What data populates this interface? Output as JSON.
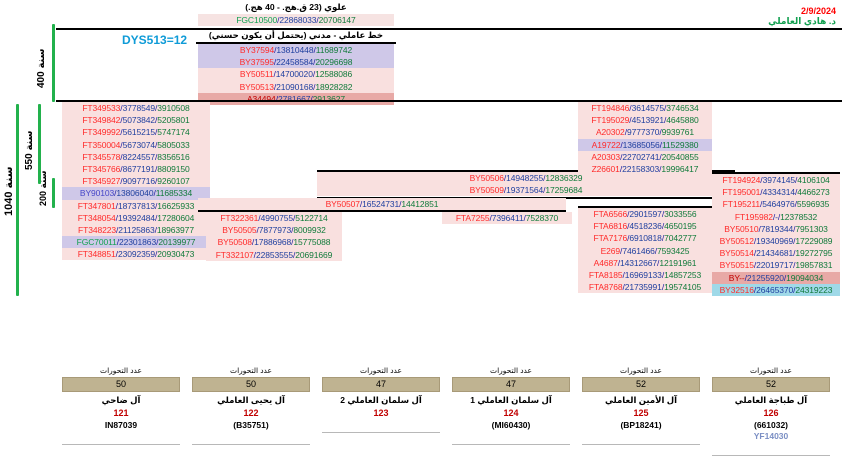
{
  "credit": {
    "date": "2/9/2024",
    "author": "د. هادي العاملي"
  },
  "markers": {
    "dys": "DYS513=12"
  },
  "headers": {
    "top_branch": "علوي (23 ق.هج. - 40 هج.)",
    "sub_branch": "خط عاملي - مدني (يحتمل أن يكون حسني)"
  },
  "timescale": [
    {
      "label": "سنة 400"
    },
    {
      "label": "سنة 550"
    },
    {
      "label": "سنة 200"
    },
    {
      "label": "سنة 1040"
    }
  ],
  "groups": {
    "top": [
      {
        "name": "FGC10500",
        "p1": "22868033",
        "p2": "20706147",
        "bg": "pale",
        "name_color": "green"
      }
    ],
    "sub": [
      {
        "name": "BY37594",
        "p1": "13810448",
        "p2": "11689742",
        "bg": "lav",
        "name_color": "red"
      },
      {
        "name": "BY37595",
        "p1": "22458584",
        "p2": "20296698",
        "bg": "lav",
        "name_color": "red"
      },
      {
        "name": "BY50511",
        "p1": "14700020",
        "p2": "12588086",
        "bg": "blk",
        "name_color": "red"
      },
      {
        "name": "BY50513",
        "p1": "21090168",
        "p2": "18928282",
        "bg": "blk",
        "name_color": "red"
      },
      {
        "name": "A34494",
        "p1": "2781667",
        "p2": "2913627",
        "bg": "rose",
        "name_color": "dk"
      }
    ],
    "left": [
      {
        "name": "FT349533",
        "p1": "3778549",
        "p2": "3910508",
        "bg": "blk",
        "name_color": "red"
      },
      {
        "name": "FT349842",
        "p1": "5073842",
        "p2": "5205801",
        "bg": "blk",
        "name_color": "red"
      },
      {
        "name": "FT349992",
        "p1": "5615215",
        "p2": "5747174",
        "bg": "blk",
        "name_color": "red"
      },
      {
        "name": "FT350004",
        "p1": "5673074",
        "p2": "5805033",
        "bg": "blk",
        "name_color": "red"
      },
      {
        "name": "FT345578",
        "p1": "8224557",
        "p2": "8356516",
        "bg": "blk",
        "name_color": "red"
      },
      {
        "name": "FT345766",
        "p1": "8677191",
        "p2": "8809150",
        "bg": "blk",
        "name_color": "red"
      },
      {
        "name": "FT345927",
        "p1": "9097716",
        "p2": "9260107",
        "bg": "blk",
        "name_color": "red"
      },
      {
        "name": "BY90103",
        "p1": "13806040",
        "p2": "11685334",
        "bg": "lav",
        "name_color": "blue"
      },
      {
        "name": "FT347801",
        "p1": "18737813",
        "p2": "16625933",
        "bg": "blk",
        "name_color": "red"
      },
      {
        "name": "FT348054",
        "p1": "19392484",
        "p2": "17280604",
        "bg": "blk",
        "name_color": "red"
      },
      {
        "name": "FT348223",
        "p1": "21125863",
        "p2": "18963977",
        "bg": "blk",
        "name_color": "red"
      },
      {
        "name": "FGC70011",
        "p1": "22301863",
        "p2": "20139977",
        "bg": "lav",
        "name_color": "green"
      },
      {
        "name": "FT348851",
        "p1": "23092359",
        "p2": "20930473",
        "bg": "blk",
        "name_color": "red"
      }
    ],
    "col2": [
      {
        "name": "FT322361",
        "p1": "4990755",
        "p2": "5122714",
        "bg": "blk",
        "name_color": "red"
      },
      {
        "name": "BY50505",
        "p1": "7877973",
        "p2": "8009932",
        "bg": "blk",
        "name_color": "red"
      },
      {
        "name": "BY50508",
        "p1": "17886968",
        "p2": "15775088",
        "bg": "blk",
        "name_color": "red"
      },
      {
        "name": "FT332107",
        "p1": "22853555",
        "p2": "20691669",
        "bg": "blk",
        "name_color": "red"
      }
    ],
    "mid_upper": [
      {
        "name": "BY50506",
        "p1": "14948255",
        "p2": "12836329",
        "bg": "blk",
        "name_color": "red"
      },
      {
        "name": "BY50509",
        "p1": "19371564",
        "p2": "17259684",
        "bg": "blk",
        "name_color": "red"
      }
    ],
    "mid_wide": [
      {
        "name": "BY50507",
        "p1": "16524731",
        "p2": "14412851",
        "bg": "blk",
        "name_color": "red"
      }
    ],
    "col4": [
      {
        "name": "FTA7255",
        "p1": "7396411",
        "p2": "7528370",
        "bg": "blk",
        "name_color": "red"
      }
    ],
    "col5_upper": [
      {
        "name": "FT194846",
        "p1": "3614575",
        "p2": "3746534",
        "bg": "blk",
        "name_color": "red"
      },
      {
        "name": "FT195029",
        "p1": "4513921",
        "p2": "4645880",
        "bg": "blk",
        "name_color": "red"
      },
      {
        "name": "A20302",
        "p1": "9777370",
        "p2": "9939761",
        "bg": "blk",
        "name_color": "red"
      },
      {
        "name": "A19722",
        "p1": "13685056",
        "p2": "11529380",
        "bg": "lav",
        "name_color": "red"
      },
      {
        "name": "A20303",
        "p1": "22702741",
        "p2": "20540855",
        "bg": "blk",
        "name_color": "red"
      },
      {
        "name": "Z26601",
        "p1": "22158303",
        "p2": "19996417",
        "bg": "blk",
        "name_color": "red"
      }
    ],
    "col5_lower": [
      {
        "name": "FTA6566",
        "p1": "2901597",
        "p2": "3033556",
        "bg": "blk",
        "name_color": "red"
      },
      {
        "name": "FTA6816",
        "p1": "4518236",
        "p2": "4650195",
        "bg": "blk",
        "name_color": "red"
      },
      {
        "name": "FTA7176",
        "p1": "6910818",
        "p2": "7042777",
        "bg": "blk",
        "name_color": "red"
      },
      {
        "name": "E269",
        "p1": "7461466",
        "p2": "7593425",
        "bg": "blk",
        "name_color": "red"
      },
      {
        "name": "A4687",
        "p1": "14312667",
        "p2": "12191961",
        "bg": "blk",
        "name_color": "red"
      },
      {
        "name": "FTA8185",
        "p1": "16969133",
        "p2": "14857253",
        "bg": "blk",
        "name_color": "red"
      },
      {
        "name": "FTA8768",
        "p1": "21735991",
        "p2": "19574105",
        "bg": "blk",
        "name_color": "red"
      }
    ],
    "col6": [
      {
        "name": "FT194924",
        "p1": "3974145",
        "p2": "4106104",
        "bg": "blk",
        "name_color": "red"
      },
      {
        "name": "FT195001",
        "p1": "4334314",
        "p2": "4466273",
        "bg": "blk",
        "name_color": "red"
      },
      {
        "name": "FT195211",
        "p1": "5464976",
        "p2": "5596935",
        "bg": "blk",
        "name_color": "red"
      },
      {
        "name": "FT195982",
        "p1": "-",
        "p2": "12378532",
        "bg": "blk",
        "name_color": "red"
      },
      {
        "name": "BY50510",
        "p1": "7819344",
        "p2": "7951303",
        "bg": "blk",
        "name_color": "red"
      },
      {
        "name": "BY50512",
        "p1": "19340969",
        "p2": "17229089",
        "bg": "blk",
        "name_color": "red"
      },
      {
        "name": "BY50514",
        "p1": "21434681",
        "p2": "19272795",
        "bg": "blk",
        "name_color": "red"
      },
      {
        "name": "BY50515",
        "p1": "22019717",
        "p2": "19857831",
        "bg": "blk",
        "name_color": "red"
      },
      {
        "name": "BY--",
        "p1": "21255920",
        "p2": "19094034",
        "bg": "rose",
        "name_color": "dk"
      },
      {
        "name": "BY32516",
        "p1": "26465370",
        "p2": "24319223",
        "bg": "cyan",
        "name_color": "red"
      }
    ]
  },
  "cards": [
    {
      "caption": "عدد التحورات",
      "count": "50",
      "family": "آل ضاحي",
      "index": "121",
      "kit": "IN87039",
      "yf": ""
    },
    {
      "caption": "عدد التحورات",
      "count": "50",
      "family": "آل يحيى العاملي",
      "index": "122",
      "kit": "(B35751)",
      "yf": ""
    },
    {
      "caption": "عدد التحورات",
      "count": "47",
      "family": "آل سلمان العاملي 2",
      "index": "123",
      "kit": "",
      "yf": ""
    },
    {
      "caption": "عدد التحورات",
      "count": "47",
      "family": "آل سلمان العاملي 1",
      "index": "124",
      "kit": "(MI60430)",
      "yf": ""
    },
    {
      "caption": "عدد التحورات",
      "count": "52",
      "family": "آل الأمين العاملي",
      "index": "125",
      "kit": "(BP18241)",
      "yf": ""
    },
    {
      "caption": "عدد التحورات",
      "count": "52",
      "family": "آل طباجة العاملي",
      "index": "126",
      "kit": "(661032)",
      "yf": "YF14030"
    }
  ],
  "colors": {
    "green_bar": "#22b14c",
    "card_header": "#bfb391",
    "accent_blue": "#0f9bd7",
    "snp_red": "#ff2a2a",
    "date_red": "#ff0000",
    "name_green": "#12a050"
  }
}
